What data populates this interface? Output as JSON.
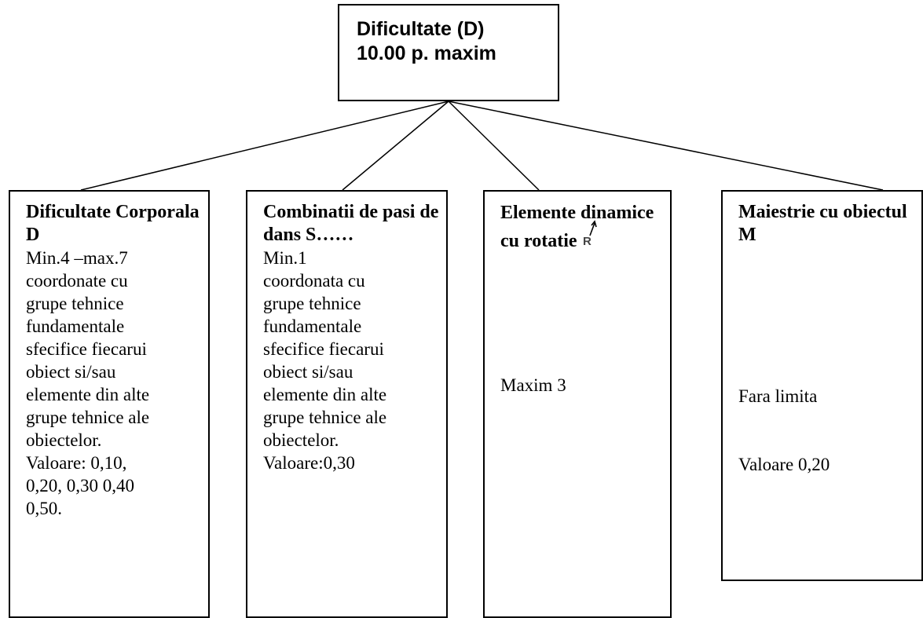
{
  "root": {
    "line1": "Dificultate (D)",
    "line2": "10.00 p. maxim"
  },
  "children": [
    {
      "title": "Dificultate Corporala D",
      "body": "Min.4 –max.7\ncoordonate cu\ngrupe tehnice\nfundamentale\nsfecifice fiecarui\nobiect si/sau\nelemente din alte\ngrupe tehnice ale\nobiectelor.\nValoare: 0,10,\n0,20, 0,30  0,40\n0,50."
    },
    {
      "title": "Combinatii de pasi de dans S……",
      "body": "Min.1\ncoordonata cu\ngrupe tehnice\nfundamentale\nsfecifice fiecarui\nobiect si/sau\nelemente din alte\ngrupe tehnice ale\nobiectelor.\nValoare:0,30"
    },
    {
      "title": "Elemente dinamice cu rotatie",
      "icon_label": "R",
      "body": "Maxim 3"
    },
    {
      "title": "Maiestrie cu obiectul    M",
      "body1": "Fara limita",
      "body2": "Valoare 0,20"
    }
  ]
}
